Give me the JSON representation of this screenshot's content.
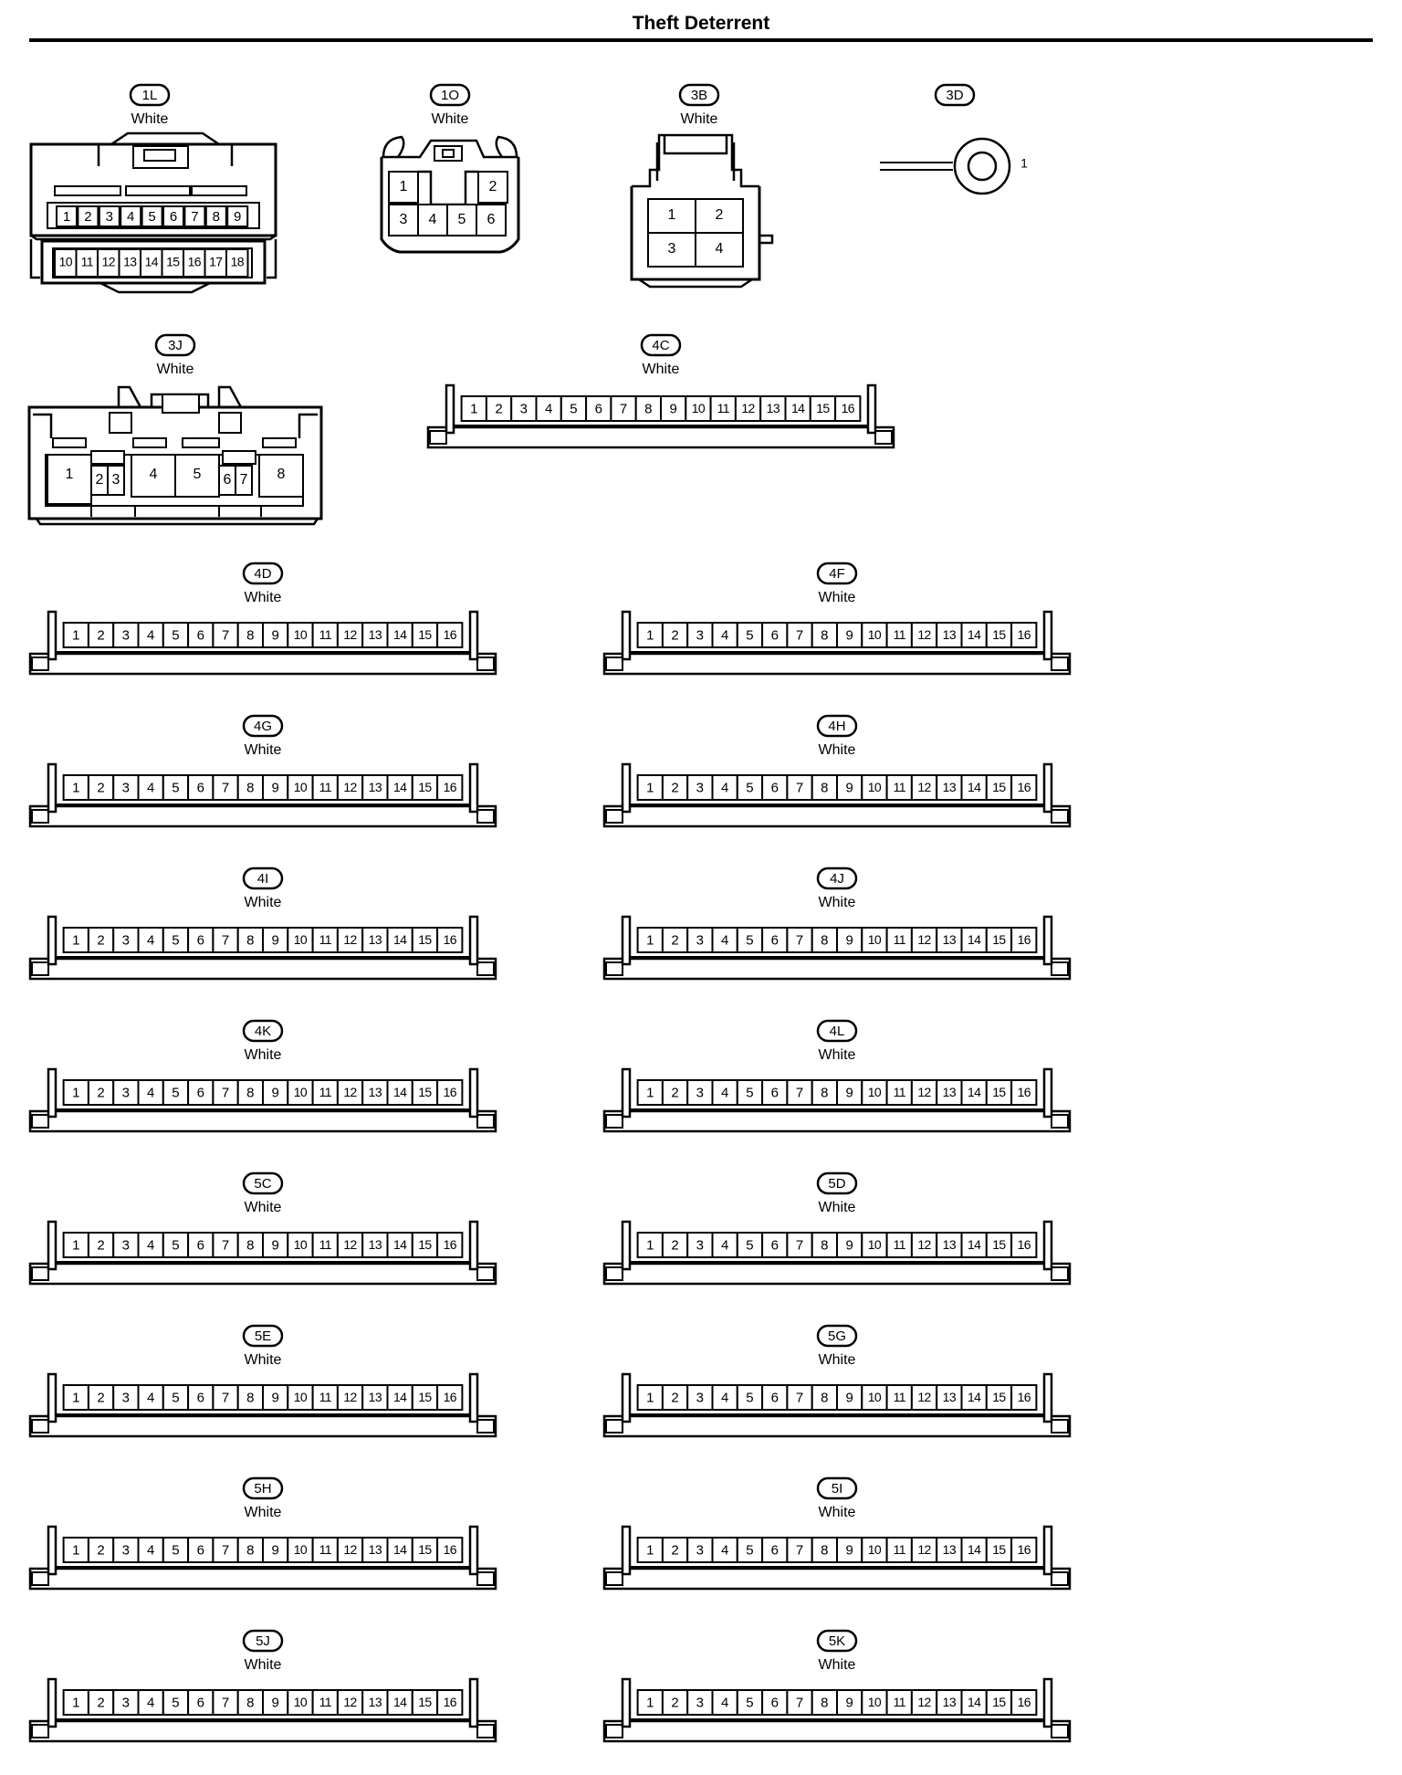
{
  "title": "Theft Deterrent",
  "connectors": {
    "c1L": {
      "code": "1L",
      "color": "White",
      "pins_top": [
        "1",
        "2",
        "3",
        "4",
        "5",
        "6",
        "7",
        "8",
        "9"
      ],
      "pins_bottom": [
        "10",
        "11",
        "12",
        "13",
        "14",
        "15",
        "16",
        "17",
        "18"
      ]
    },
    "c1O": {
      "code": "1O",
      "color": "White",
      "pins": [
        "1",
        "2",
        "3",
        "4",
        "5",
        "6"
      ]
    },
    "c3B": {
      "code": "3B",
      "color": "White",
      "pins": [
        "1",
        "2",
        "3",
        "4"
      ]
    },
    "c3D": {
      "code": "3D",
      "pin": "1"
    },
    "c3J": {
      "code": "3J",
      "color": "White",
      "pins": [
        "1",
        "2",
        "3",
        "4",
        "5",
        "6",
        "7",
        "8"
      ]
    },
    "c4C": {
      "code": "4C",
      "color": "White"
    },
    "c4D": {
      "code": "4D",
      "color": "White"
    },
    "c4F": {
      "code": "4F",
      "color": "White"
    },
    "c4G": {
      "code": "4G",
      "color": "White"
    },
    "c4H": {
      "code": "4H",
      "color": "White"
    },
    "c4I": {
      "code": "4I",
      "color": "White"
    },
    "c4J": {
      "code": "4J",
      "color": "White"
    },
    "c4K": {
      "code": "4K",
      "color": "White"
    },
    "c4L": {
      "code": "4L",
      "color": "White"
    },
    "c5C": {
      "code": "5C",
      "color": "White"
    },
    "c5D": {
      "code": "5D",
      "color": "White"
    },
    "c5E": {
      "code": "5E",
      "color": "White"
    },
    "c5G": {
      "code": "5G",
      "color": "White"
    },
    "c5H": {
      "code": "5H",
      "color": "White"
    },
    "c5I": {
      "code": "5I",
      "color": "White"
    },
    "c5J": {
      "code": "5J",
      "color": "White"
    },
    "c5K": {
      "code": "5K",
      "color": "White"
    }
  },
  "pins16": [
    "1",
    "2",
    "3",
    "4",
    "5",
    "6",
    "7",
    "8",
    "9",
    "10",
    "11",
    "12",
    "13",
    "14",
    "15",
    "16"
  ]
}
